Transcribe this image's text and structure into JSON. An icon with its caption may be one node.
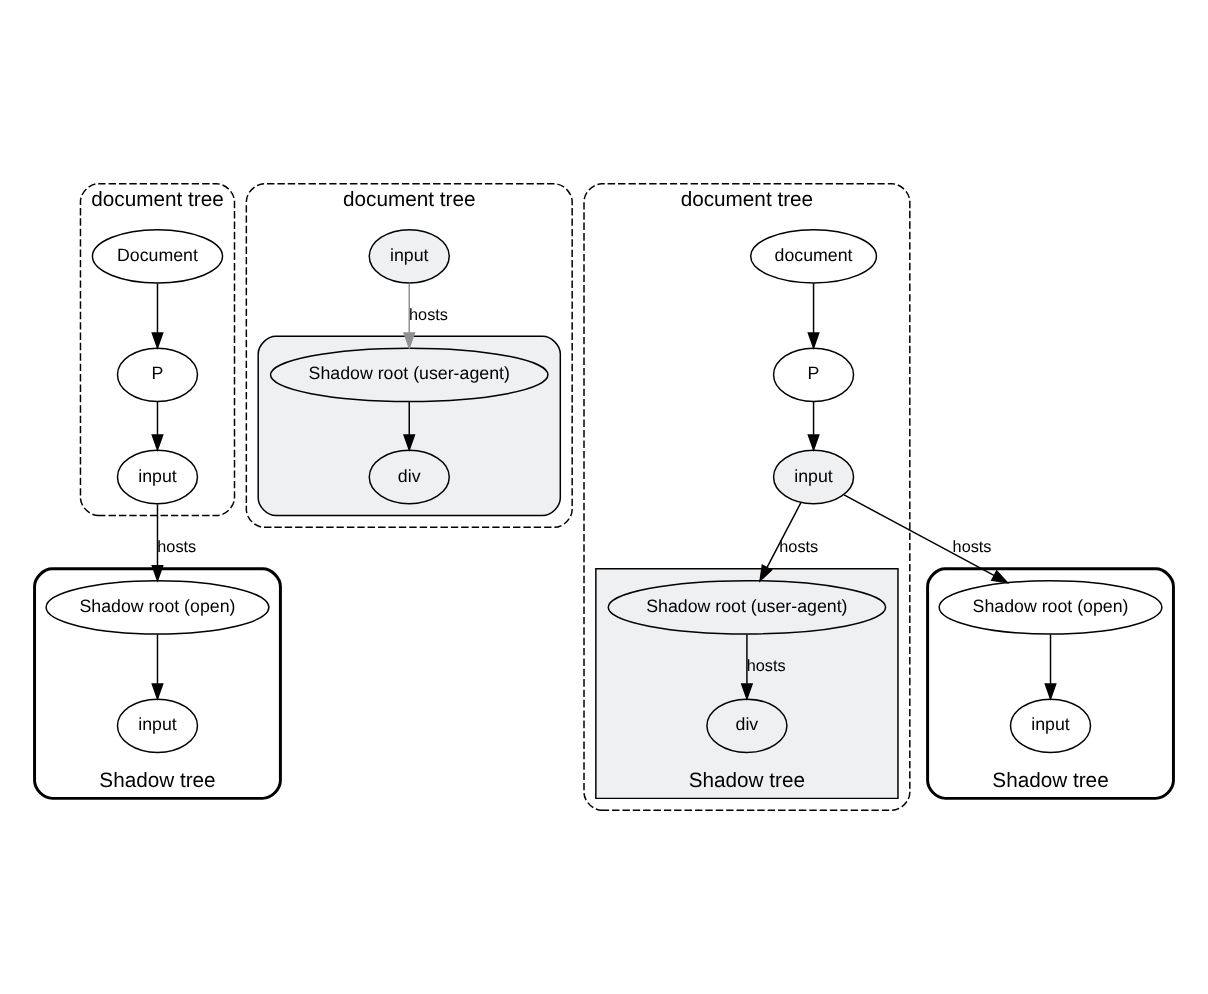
{
  "diagram": {
    "nodes": [
      {
        "text": [
          "document tree"
        ]
      },
      {
        "text": [
          "Document"
        ],
        "in": 0
      },
      {
        "text": [
          "P"
        ],
        "in": 0
      },
      {
        "text": [
          "input"
        ],
        "in": 0
      },
      {
        "text": [
          "Shadow tree"
        ]
      },
      {
        "text": [
          "Shadow root (open)"
        ],
        "in": 4
      },
      {
        "text": [
          "input"
        ],
        "in": 4
      },
      {
        "text": [
          "document tree"
        ]
      },
      {
        "text": [
          "input"
        ],
        "in": 7
      },
      {
        "text": [],
        "shape": "box",
        "in": 7
      },
      {
        "text": [
          "Shadow root (user-agent)"
        ],
        "in": 9
      },
      {
        "text": [
          "div"
        ],
        "in": 9
      },
      {
        "text": [
          "document tree"
        ]
      },
      {
        "text": [
          "document"
        ],
        "in": 12
      },
      {
        "text": [
          "P"
        ],
        "in": 12
      },
      {
        "text": [
          "input"
        ],
        "in": 12
      },
      {
        "text": [
          "Shadow tree"
        ],
        "in": 12
      },
      {
        "text": [
          "Shadow root (user-agent)"
        ],
        "in": 16
      },
      {
        "text": [
          "div"
        ],
        "in": 16
      },
      {
        "text": [
          "Shadow tree"
        ]
      },
      {
        "text": [
          "Shadow root (open)"
        ],
        "in": 19
      },
      {
        "text": [
          "input"
        ],
        "in": 19
      }
    ],
    "edges": [
      {
        "from": 1,
        "to": 2,
        "arrow": "to"
      },
      {
        "from": 2,
        "to": 3,
        "arrow": "to"
      },
      {
        "from": 3,
        "to": 5,
        "arrow": "to",
        "label": "hosts"
      },
      {
        "from": 5,
        "to": 6,
        "arrow": "to"
      },
      {
        "from": 8,
        "to": 10,
        "arrow": "to",
        "label": "hosts",
        "color": "#909090"
      },
      {
        "from": 10,
        "to": 11,
        "arrow": "to"
      },
      {
        "from": 13,
        "to": 14,
        "arrow": "to"
      },
      {
        "from": 14,
        "to": 15,
        "arrow": "to"
      },
      {
        "from": 15,
        "to": 17,
        "arrow": "to",
        "label": "hosts"
      },
      {
        "from": 17,
        "to": 18,
        "arrow": "to",
        "label": "hosts"
      },
      {
        "from": 15,
        "to": 20,
        "arrow": "to",
        "label": "hosts"
      },
      {
        "from": 20,
        "to": 21,
        "arrow": "to"
      }
    ]
  }
}
